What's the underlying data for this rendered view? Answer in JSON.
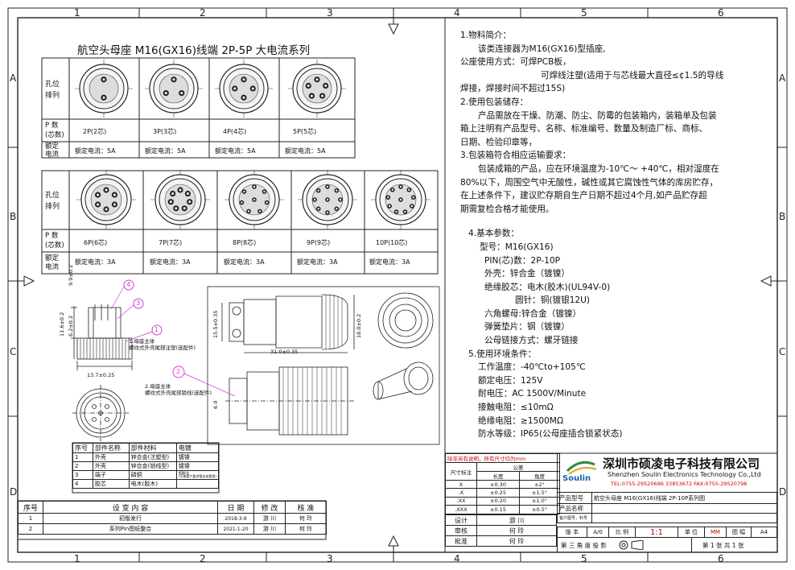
{
  "zones": {
    "cols": [
      "1",
      "2",
      "3",
      "4",
      "5",
      "6"
    ],
    "rows": [
      "A",
      "B",
      "C",
      "D"
    ]
  },
  "main_title": "航空头母座 M16(GX16)线端 2P-5P 大电流系列",
  "pin_table_top": {
    "hdr_hole": "孔位\n排列",
    "hdr_p": "P 数\n(芯数)",
    "hdr_rated": "额定\n电流",
    "cells": [
      {
        "p": "2P(2芯)",
        "rated": "额定电流：5A"
      },
      {
        "p": "3P(3芯)",
        "rated": "额定电流：5A"
      },
      {
        "p": "4P(4芯)",
        "rated": "额定电流：5A"
      },
      {
        "p": "5P(5芯)",
        "rated": "额定电流：5A"
      }
    ]
  },
  "pin_table_bottom": {
    "hdr_hole": "孔位\n排列",
    "hdr_p": "P 数\n(芯数)",
    "hdr_rated": "额定\n电流",
    "cells": [
      {
        "p": "6P(6芯)",
        "rated": "额定电流：3A"
      },
      {
        "p": "7P(7芯)",
        "rated": "额定电流：3A"
      },
      {
        "p": "8P(8芯)",
        "rated": "额定电流：3A"
      },
      {
        "p": "9P(9芯)",
        "rated": "额定电流：3A"
      },
      {
        "p": "10P(10芯)",
        "rated": "额定电流：3A"
      }
    ]
  },
  "drawing_left": {
    "dims": {
      "d1": "9.9±0.2",
      "d2": "11.6±0.2",
      "d3": "6.2±0.2",
      "d4": "13.7±0.25"
    },
    "balloons": [
      "1",
      "3",
      "4"
    ],
    "callout1": "1.母座主体\n螺纹式外壳尾部注塑(选配件)"
  },
  "drawing_right": {
    "dims": {
      "d1": "15.5±0.35",
      "d2": "18.0±0.2",
      "d3": "31.0±0.35",
      "d4": "6.9"
    },
    "balloon": "2",
    "callout2": "2.母座主体\n螺纹式外壳尾部锁线(选配件)"
  },
  "notes": {
    "s1": "1.物料简介：",
    "s1a": "该类连接器为M16(GX16)型插座,",
    "s1b": "公座使用方式：可焊PCB板，",
    "s1c": "可焊线注塑(适用于与芯线最大直径≤¢1.5的导线",
    "s1d": "焊接，焊接时间不超过15S)",
    "s2": "2.使用包装储存：",
    "s2a": "产品需放在干燥、防潮、防尘、防霉的包装箱内，装箱单及包装",
    "s2b": "箱上注明有产品型号、名称、标准编号、数量及制造厂标、商标、",
    "s2c": "日期、检验印章等，",
    "s3": "3.包装箱符合相应运输要求：",
    "s3a": "包装成箱的产品，应在环境温度为-10℃～  +40℃，相对湿度在",
    "s3b": "80%以下，周围空气中无酸性，碱性或其它腐蚀性气体的库房贮存，",
    "s3c": "在上述条件下，建议贮存期自生产日期不超过4个月,如产品贮存超",
    "s3d": "期需复检合格才能使用。",
    "s4": "4.基本参数：",
    "s4a": "型号：M16(GX16)",
    "s4b": "PIN(芯)数：2P-10P",
    "s4c": "外壳：锌合金（镀镍）",
    "s4d": "绝缘胶芯：电木(胶木)(UL94V-0)",
    "s4e": "圆针：铜(镀银12U)",
    "s4f": "六角螺母:锌合金（镀镍）",
    "s4g": "弹簧垫片：钢（镀镍）",
    "s4h": "公母链接方式：螺牙链接",
    "s5": "5.使用环境条件：",
    "s5a": "工作温度：-40℃to+105℃",
    "s5b": "额定电压：125V",
    "s5c": "耐电压：AC 1500V/Minute",
    "s5d": "接触电阻：≤10mΩ",
    "s5e": "绝缘电阻：≥1500MΩ",
    "s5f": "防水等级：IP65(公母座插合锁紧状态)"
  },
  "bom": {
    "headers": [
      "序号",
      "部件名称",
      "部件材料",
      "电镀"
    ],
    "rows": [
      [
        "1",
        "外壳",
        "锌合金(注塑型)",
        "镀镍"
      ],
      [
        "2",
        "外壳",
        "锌合金(锁线型)",
        "镀镍"
      ],
      [
        "3",
        "端子",
        "磷铜",
        "镀镍/金\n(可按客户要求镀金或镀银)"
      ],
      [
        "4",
        "胶芯",
        "电木(胶木)",
        ""
      ]
    ]
  },
  "revision": {
    "headers": [
      "序号",
      "设 变 内 容",
      "日 期",
      "修 改",
      "核 准"
    ],
    "rows": [
      [
        "1",
        "初版发行",
        "2018-3-9",
        "游 川",
        "何 玲"
      ],
      [
        "2",
        "系列Pin图纸整合",
        "2021-1-20",
        "游 川",
        "何 玲"
      ]
    ]
  },
  "tolerance": {
    "note": "除非另有说明，所有尺寸均为mm",
    "hdr_size": "尺寸标注",
    "hdr_tol": "公差",
    "hdr_len": "长度",
    "hdr_ang": "角度",
    "rows": [
      [
        "X",
        "±0.30",
        "±2°"
      ],
      [
        ".X",
        "±0.25",
        "±1.5°"
      ],
      [
        ".XX",
        "±0.20",
        "±1.0°"
      ],
      [
        ".XXX",
        "±0.15",
        "±0.5°"
      ]
    ],
    "design_label": "设计",
    "design_val": "游 川",
    "review_label": "审核",
    "review_val": "何 玲",
    "approve_label": "批准",
    "approve_val": "何 玲"
  },
  "company": {
    "name_cn": "深圳市硕凌电子科技有限公司",
    "name_en": "Shenzhen Soulin Electronics Technology Co.,Ltd",
    "contact": "TEL:0755-29520696 33853672  FAX:0755-29520798",
    "logo": "Soulin"
  },
  "titleblock": {
    "model_label": "产品型号",
    "model_val": "航空头母座 M16(GX16)线端 2P-10P系列图",
    "name_label": "产品名称",
    "name_val": "",
    "code_label": "客户图号，料号",
    "code_val": "",
    "ver_label": "版 本",
    "ver_val": "A/0",
    "scale_label": "比 例",
    "scale_val": "1:1",
    "unit_label": "单 位",
    "unit_val": "MM",
    "size_label": "图 幅",
    "size_val": "A4",
    "proj_label": "第 三 角 度 投 影",
    "sheet_label": "第 1 张  共 1 张"
  },
  "colors": {
    "balloon": "#d63cd6",
    "red": "#cc0000",
    "line": "#222222"
  }
}
